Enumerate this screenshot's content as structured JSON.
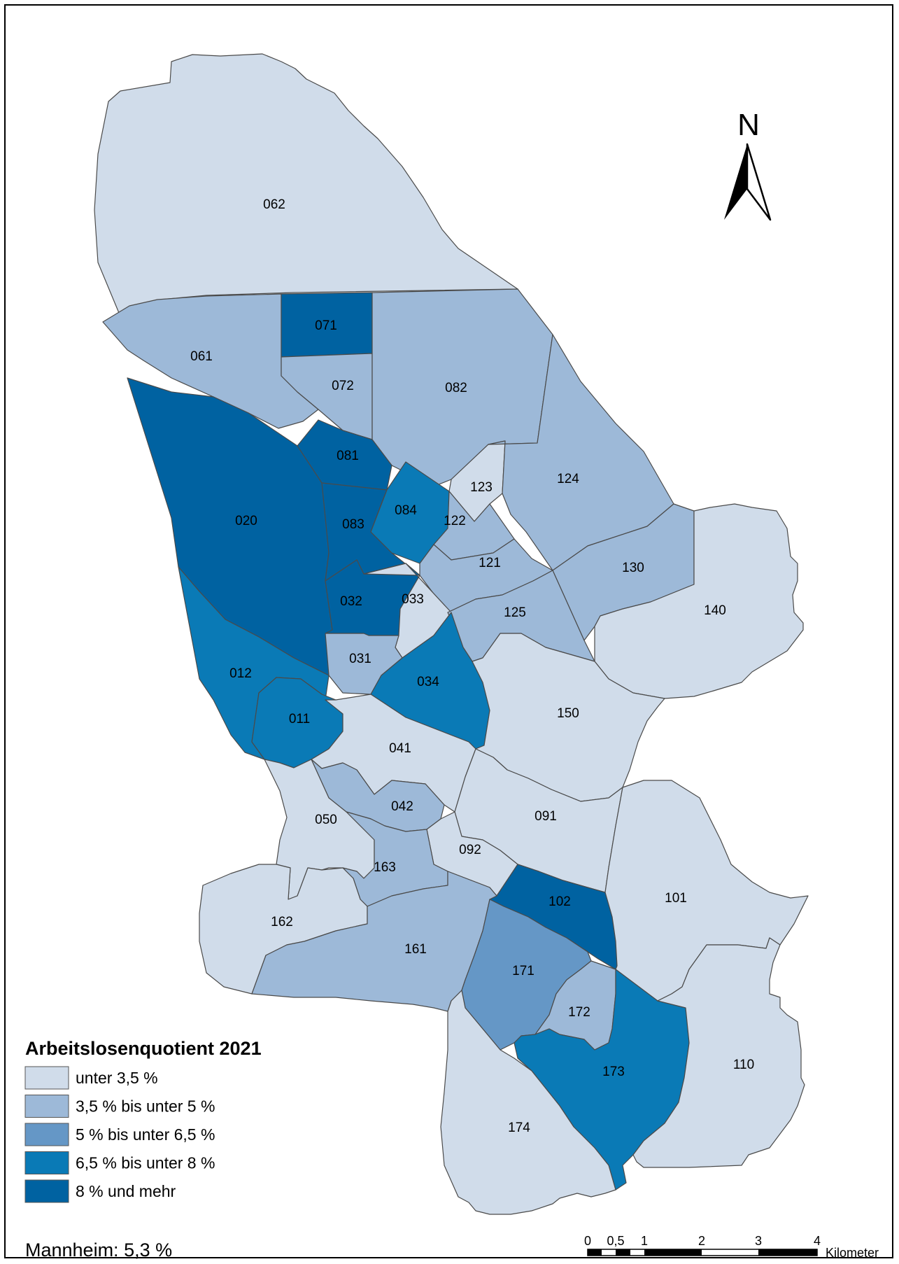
{
  "legend": {
    "title": "Arbeitslosenquotient 2021",
    "classes": [
      {
        "label": "unter 3,5 %",
        "color": "#d0dcea"
      },
      {
        "label": "3,5 % bis unter 5 %",
        "color": "#9db9d8"
      },
      {
        "label": "5 % bis unter 6,5 %",
        "color": "#6597c6"
      },
      {
        "label": "6,5 % bis unter 8 %",
        "color": "#0a7ab6"
      },
      {
        "label": "8 % und mehr",
        "color": "#0062a1"
      }
    ]
  },
  "city_total": "Mannheim: 5,3 %",
  "north_arrow": {
    "label": "N",
    "icon": "north-arrow-icon"
  },
  "scale_bar": {
    "ticks": [
      "0",
      "0,5",
      "1",
      "2",
      "3",
      "4"
    ],
    "unit": "Kilometer"
  },
  "districts": [
    {
      "id": "062",
      "class": 0
    },
    {
      "id": "061",
      "class": 1
    },
    {
      "id": "071",
      "class": 4
    },
    {
      "id": "072",
      "class": 1
    },
    {
      "id": "082",
      "class": 1
    },
    {
      "id": "081",
      "class": 4
    },
    {
      "id": "020",
      "class": 4
    },
    {
      "id": "083",
      "class": 4
    },
    {
      "id": "084",
      "class": 3
    },
    {
      "id": "123",
      "class": 0
    },
    {
      "id": "124",
      "class": 1
    },
    {
      "id": "122",
      "class": 1
    },
    {
      "id": "121",
      "class": 1
    },
    {
      "id": "130",
      "class": 1
    },
    {
      "id": "140",
      "class": 0
    },
    {
      "id": "032",
      "class": 4
    },
    {
      "id": "033",
      "class": 0
    },
    {
      "id": "125",
      "class": 1
    },
    {
      "id": "031",
      "class": 1
    },
    {
      "id": "034",
      "class": 3
    },
    {
      "id": "012",
      "class": 3
    },
    {
      "id": "011",
      "class": 3
    },
    {
      "id": "150",
      "class": 0
    },
    {
      "id": "041",
      "class": 0
    },
    {
      "id": "042",
      "class": 1
    },
    {
      "id": "091",
      "class": 0
    },
    {
      "id": "050",
      "class": 0
    },
    {
      "id": "092",
      "class": 0
    },
    {
      "id": "163",
      "class": 1
    },
    {
      "id": "102",
      "class": 4
    },
    {
      "id": "101",
      "class": 0
    },
    {
      "id": "162",
      "class": 0
    },
    {
      "id": "161",
      "class": 1
    },
    {
      "id": "171",
      "class": 2
    },
    {
      "id": "172",
      "class": 1
    },
    {
      "id": "173",
      "class": 3
    },
    {
      "id": "110",
      "class": 0
    },
    {
      "id": "174",
      "class": 0
    }
  ]
}
